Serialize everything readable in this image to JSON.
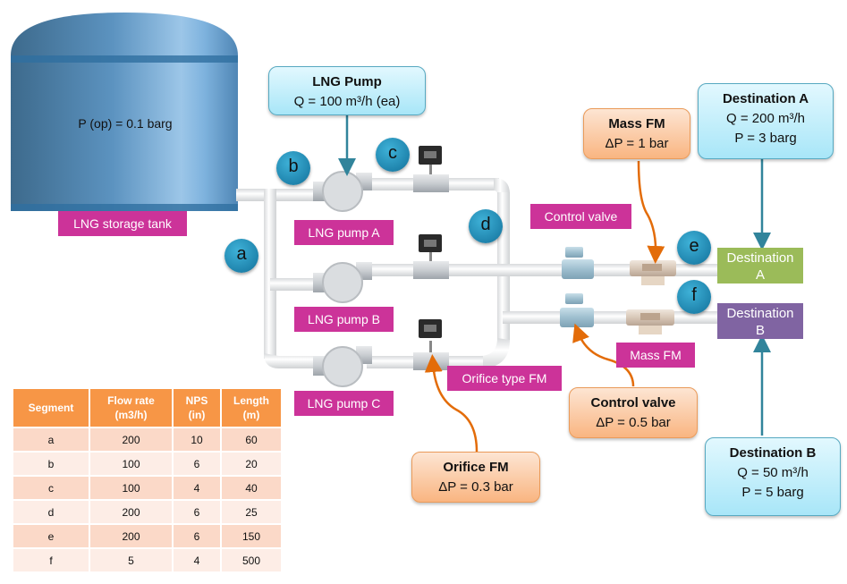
{
  "tank": {
    "pressure_label": "P (op) = 0.1 barg",
    "name_tag": "LNG storage tank"
  },
  "segment_badges": {
    "a": "a",
    "b": "b",
    "c": "c",
    "d": "d",
    "e": "e",
    "f": "f"
  },
  "equipment_tags": {
    "pump_a": "LNG pump A",
    "pump_b": "LNG pump B",
    "pump_c": "LNG pump C",
    "orifice_fm": "Orifice type FM",
    "control_valve": "Control valve",
    "mass_fm": "Mass FM"
  },
  "destinations": {
    "a": {
      "label_line1": "Destination",
      "label_line2": "A",
      "color": "#9bbb59"
    },
    "b": {
      "label_line1": "Destination",
      "label_line2": "B",
      "color": "#8064a2"
    }
  },
  "callouts": {
    "lng_pump": {
      "title": "LNG Pump",
      "line1": "Q = 100 m³/h (ea)"
    },
    "mass_fm": {
      "title": "Mass FM",
      "line1": "ΔP = 1 bar"
    },
    "destination_a": {
      "title": "Destination A",
      "line1": "Q = 200 m³/h",
      "line2": "P = 3 barg"
    },
    "control_valve": {
      "title": "Control valve",
      "line1": "ΔP = 0.5 bar"
    },
    "orifice_fm": {
      "title": "Orifice FM",
      "line1": "ΔP = 0.3 bar"
    },
    "destination_b": {
      "title": "Destination B",
      "line1": "Q = 50 m³/h",
      "line2": "P = 5 barg"
    }
  },
  "segment_table": {
    "headers": [
      {
        "line1": "Segment",
        "line2": ""
      },
      {
        "line1": "Flow rate",
        "line2": "(m3/h)"
      },
      {
        "line1": "NPS",
        "line2": "(in)"
      },
      {
        "line1": "Length",
        "line2": "(m)"
      }
    ],
    "rows": [
      [
        "a",
        "200",
        "10",
        "60"
      ],
      [
        "b",
        "100",
        "6",
        "20"
      ],
      [
        "c",
        "100",
        "4",
        "40"
      ],
      [
        "d",
        "200",
        "6",
        "25"
      ],
      [
        "e",
        "200",
        "6",
        "150"
      ],
      [
        "f",
        "5",
        "4",
        "500"
      ]
    ]
  }
}
